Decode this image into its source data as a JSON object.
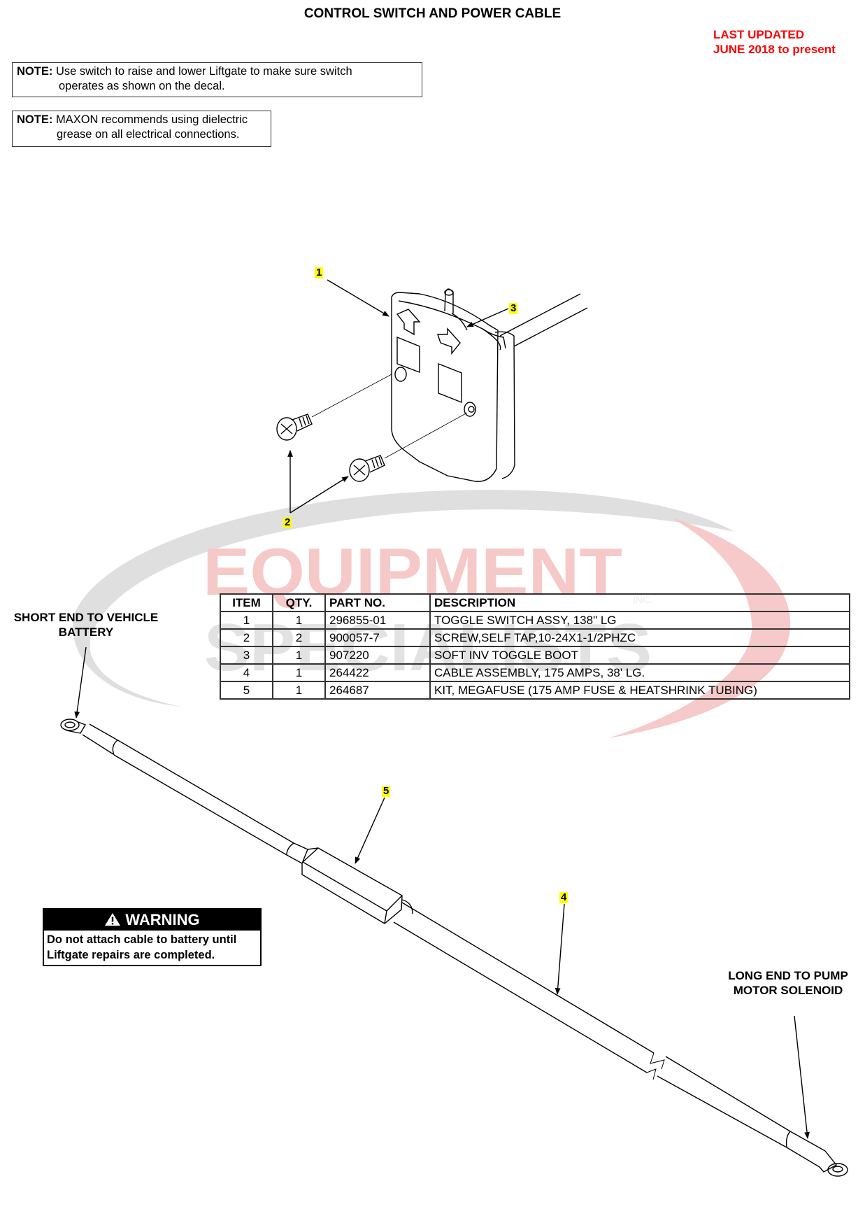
{
  "header": {
    "title": "CONTROL SWITCH AND POWER CABLE",
    "last_updated_line1": "LAST UPDATED",
    "last_updated_line2": "JUNE 2018 to present",
    "last_updated_color": "#ff0000"
  },
  "notes": [
    {
      "label": "NOTE:",
      "line1": "Use switch to raise and lower Liftgate to make sure switch",
      "line2": "operates as shown on the decal."
    },
    {
      "label": "NOTE:",
      "line1": "MAXON recommends using dielectric",
      "line2": "grease on all electrical connections."
    }
  ],
  "callouts": {
    "item1": "1",
    "item2": "2",
    "item3": "3",
    "item4": "4",
    "item5": "5",
    "highlight_color": "#ffff00"
  },
  "parts_table": {
    "headers": [
      "ITEM",
      "QTY.",
      "PART NO.",
      "DESCRIPTION"
    ],
    "rows": [
      {
        "item": "1",
        "qty": "1",
        "part_no": "296855-01",
        "description": "TOGGLE SWITCH ASSY, 138\" LG"
      },
      {
        "item": "2",
        "qty": "2",
        "part_no": "900057-7",
        "description": "SCREW,SELF TAP,10-24X1-1/2PHZC"
      },
      {
        "item": "3",
        "qty": "1",
        "part_no": "907220",
        "description": "SOFT INV TOGGLE BOOT"
      },
      {
        "item": "4",
        "qty": "1",
        "part_no": "264422",
        "description": "CABLE ASSEMBLY, 175 AMPS, 38' LG."
      },
      {
        "item": "5",
        "qty": "1",
        "part_no": "264687",
        "description": "KIT, MEGAFUSE (175 AMP FUSE & HEATSHRINK TUBING)"
      }
    ]
  },
  "labels": {
    "short_end_line1": "SHORT END TO VEHICLE",
    "short_end_line2": "BATTERY",
    "long_end_line1": "LONG END TO PUMP",
    "long_end_line2": "MOTOR SOLENOID"
  },
  "warning": {
    "icon": "warning-triangle-icon",
    "title": "WARNING",
    "line1": "Do not attach cable to battery until",
    "line2": "Liftgate repairs are completed."
  },
  "watermark": {
    "line1": "EQUIPMENT",
    "line2": "SPECIALISTS",
    "suffix": "INC.",
    "red": "#f2b8b8",
    "gray": "#d9d9d9"
  }
}
